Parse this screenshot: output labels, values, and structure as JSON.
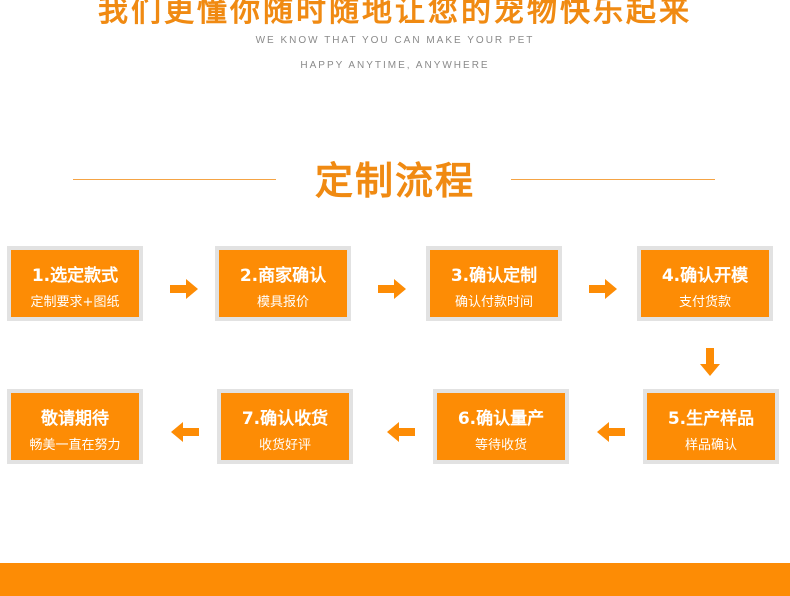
{
  "header": {
    "headline": "我们更懂你随时随地让您的宠物快乐起来",
    "subtitle_line1": "WE KNOW THAT YOU CAN MAKE YOUR PET",
    "subtitle_line2": "HAPPY ANYTIME, ANYWHERE"
  },
  "section": {
    "title": "定制流程"
  },
  "steps": [
    {
      "title": "1.选定款式",
      "desc": "定制要求+图纸"
    },
    {
      "title": "2.商家确认",
      "desc": "模具报价"
    },
    {
      "title": "3.确认定制",
      "desc": "确认付款时间"
    },
    {
      "title": "4.确认开模",
      "desc": "支付货款"
    },
    {
      "title": "5.生产样品",
      "desc": "样品确认"
    },
    {
      "title": "6.确认量产",
      "desc": "等待收货"
    },
    {
      "title": "7.确认收货",
      "desc": "收货好评"
    },
    {
      "title": "敬请期待",
      "desc": "畅美一直在努力"
    }
  ],
  "colors": {
    "accent": "#fd8c05",
    "heading": "#f08a12",
    "frame": "#e2e2e2"
  },
  "icons": {
    "arrow_right": "arrow-right-icon",
    "arrow_down": "arrow-down-icon",
    "arrow_left": "arrow-left-icon"
  }
}
